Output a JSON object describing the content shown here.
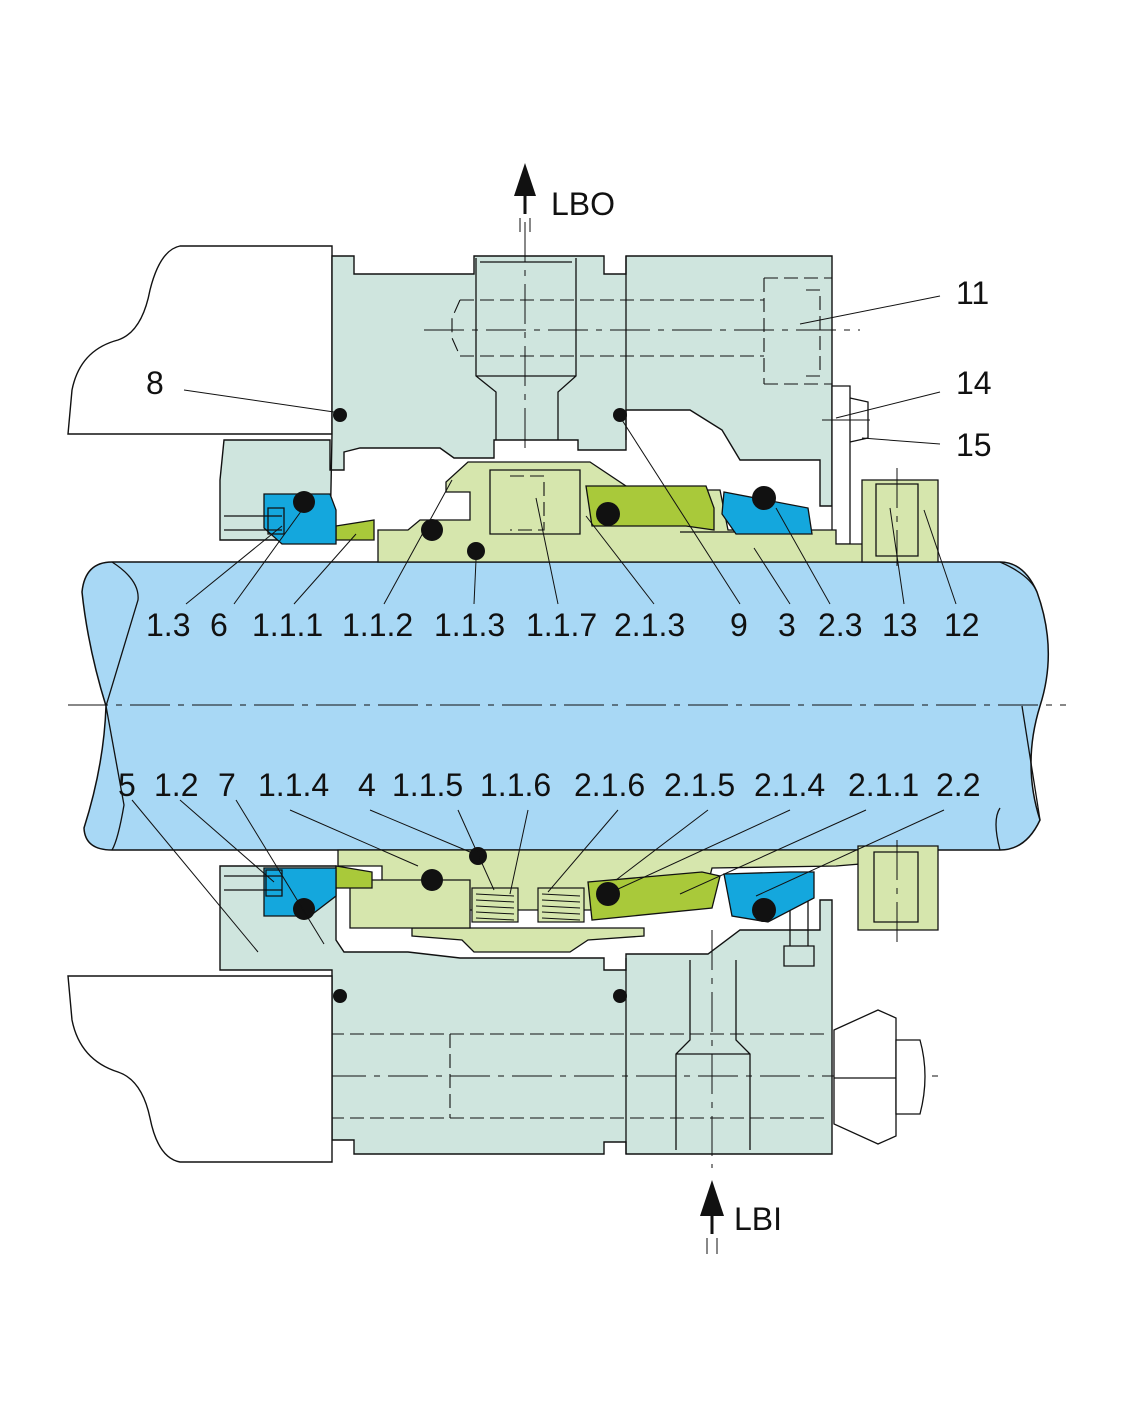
{
  "colors": {
    "shaft": "#a8d8f5",
    "housing": "#cfe5de",
    "sleeve": "#d6e6ad",
    "face": "#a9c93a",
    "seat": "#14a7dd",
    "oring": "#111111",
    "outline": "#111111"
  },
  "flow_labels": {
    "outlet": "LBO",
    "inlet": "LBI"
  },
  "labels": {
    "l11": "11",
    "l14": "14",
    "l15": "15",
    "l8": "8",
    "l1_3": "1.3",
    "l6": "6",
    "l1_1_1": "1.1.1",
    "l1_1_2": "1.1.2",
    "l1_1_3": "1.1.3",
    "l1_1_7": "1.1.7",
    "l2_1_3": "2.1.3",
    "l9": "9",
    "l3": "3",
    "l2_3": "2.3",
    "l13": "13",
    "l12": "12",
    "l5": "5",
    "l1_2": "1.2",
    "l7": "7",
    "l1_1_4": "1.1.4",
    "l4": "4",
    "l1_1_5": "1.1.5",
    "l1_1_6": "1.1.6",
    "l2_1_6": "2.1.6",
    "l2_1_5": "2.1.5",
    "l2_1_4": "2.1.4",
    "l2_1_1": "2.1.1",
    "l2_2": "2.2"
  }
}
